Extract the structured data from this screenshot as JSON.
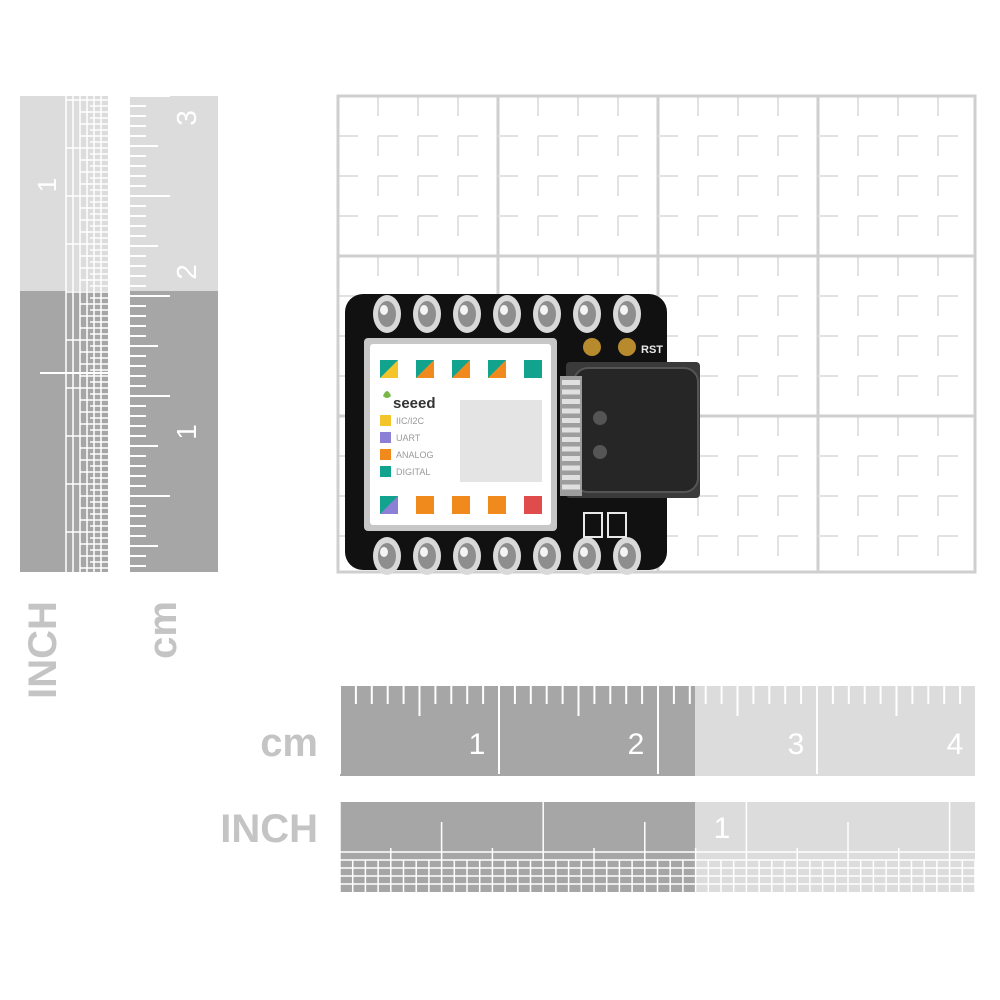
{
  "rulers": {
    "vertical_inch": {
      "unit_label": "INCH",
      "numbers": [
        "1"
      ]
    },
    "vertical_cm": {
      "unit_label": "cm",
      "numbers": [
        "3",
        "2",
        "1"
      ]
    },
    "horizontal_cm": {
      "unit_label": "cm",
      "numbers": [
        "1",
        "2",
        "3",
        "4"
      ]
    },
    "horizontal_inch": {
      "unit_label": "INCH",
      "numbers": [
        "1"
      ]
    }
  },
  "board": {
    "brand": "seeed",
    "legend": [
      "IIC/I2C",
      "UART",
      "ANALOG",
      "DIGITAL"
    ],
    "reset_label": "RST",
    "legend_colors": {
      "i2c": "#f4c52a",
      "uart": "#8b7fd6",
      "analog": "#f08a1c",
      "digital": "#12a38f"
    }
  }
}
